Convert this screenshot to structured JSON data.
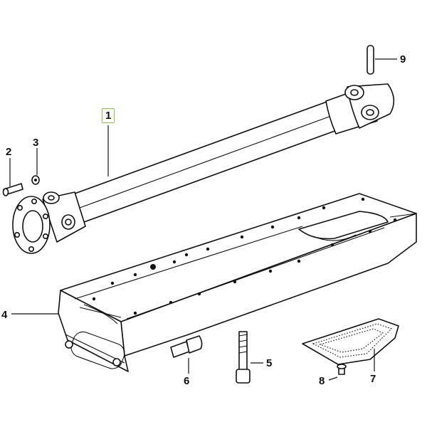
{
  "diagram": {
    "callouts": [
      {
        "id": "1",
        "label": "1",
        "selected": true
      },
      {
        "id": "2",
        "label": "2"
      },
      {
        "id": "3",
        "label": "3"
      },
      {
        "id": "4",
        "label": "4"
      },
      {
        "id": "5",
        "label": "5"
      },
      {
        "id": "6",
        "label": "6"
      },
      {
        "id": "7",
        "label": "7"
      },
      {
        "id": "8",
        "label": "8"
      },
      {
        "id": "9",
        "label": "9"
      }
    ],
    "highlight_color": "#8cc63f"
  }
}
